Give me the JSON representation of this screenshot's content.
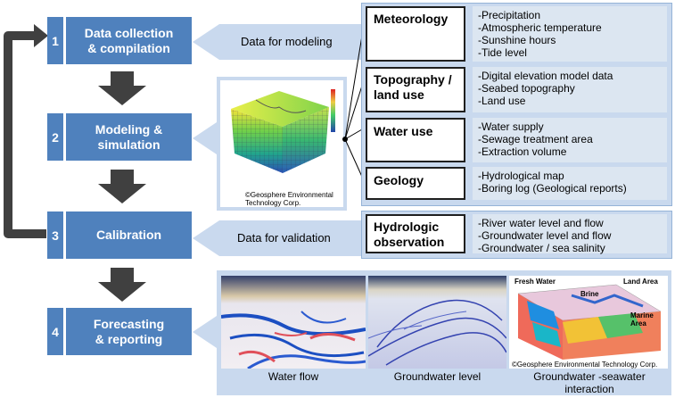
{
  "steps": [
    {
      "num": "1",
      "label": "Data collection & compilation"
    },
    {
      "num": "2",
      "label": "Modeling & simulation"
    },
    {
      "num": "3",
      "label": "Calibration"
    },
    {
      "num": "4",
      "label": "Forecasting & reporting"
    }
  ],
  "flows": {
    "modeling": "Data for modeling",
    "validation": "Data for validation"
  },
  "categories": [
    {
      "name": "Meteorology",
      "items": [
        "-Precipitation",
        "-Atmospheric temperature",
        "-Sunshine hours",
        "-Tide level"
      ]
    },
    {
      "name": "Topography / land use",
      "items": [
        "-Digital elevation model data",
        "-Seabed topography",
        "-Land use"
      ]
    },
    {
      "name": "Water use",
      "items": [
        "-Water supply",
        "-Sewage treatment area",
        "-Extraction volume"
      ]
    },
    {
      "name": "Geology",
      "items": [
        "-Hydrological map",
        "-Boring log (Geological reports)"
      ]
    },
    {
      "name": "Hydrologic observation",
      "items": [
        "-River water level and flow",
        "-Groundwater level and flow",
        "-Groundwater / sea salinity"
      ]
    }
  ],
  "model_image": {
    "credit": "©Geosphere Environmental Technology Corp."
  },
  "outputs": [
    {
      "caption": "Water flow"
    },
    {
      "caption": "Groundwater level"
    },
    {
      "caption": "Groundwater -seawater interaction",
      "labels": {
        "fresh": "Fresh Water",
        "brine": "Brine",
        "land": "Land Area",
        "marine": "Marine Area"
      },
      "credit": "©Geosphere Environmental Technology Corp."
    }
  ],
  "colors": {
    "step": "#4f81bd",
    "panel": "#c9d9ee",
    "item_bg": "#dce6f1",
    "arrow": "#404040"
  }
}
